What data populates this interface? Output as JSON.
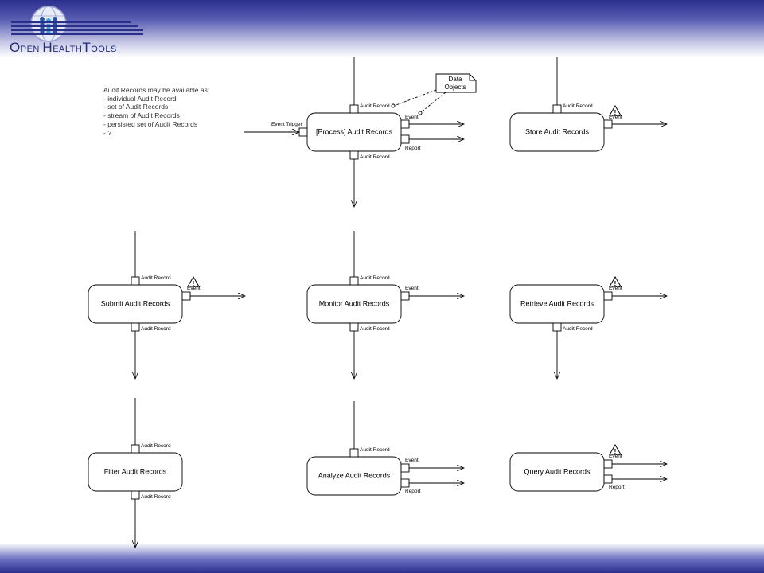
{
  "logo": {
    "name_part1_cap": "O",
    "name_part1": "PEN ",
    "name_part2_cap": "H",
    "name_part2": "EALTH",
    "name_part3_cap": "T",
    "name_part3": "OOLS"
  },
  "note": {
    "lines": [
      "Audit Records may be available as:",
      "- individual Audit Record",
      "- set of Audit Records",
      "- stream of Audit Records",
      "- persisted set of Audit Records",
      "- ?"
    ]
  },
  "data_objects_label": [
    "Data",
    "Objects"
  ],
  "port_labels": {
    "audit_record": "Audit Record",
    "event": "Event",
    "report": "Report",
    "event_trigger": "Event Trigger"
  },
  "nodes": {
    "process": "[Process] Audit Records",
    "store": "Store Audit Records",
    "submit": "Submit Audit Records",
    "monitor": "Monitor Audit Records",
    "retrieve": "Retrieve Audit Records",
    "filter": "Filter Audit Records",
    "analyze": "Analyze Audit Records",
    "query": "Query Audit Records"
  },
  "warning_symbol": "!",
  "colors": {
    "header_dark": "#2c2f8e",
    "logo_blue": "#1f2a7a"
  }
}
